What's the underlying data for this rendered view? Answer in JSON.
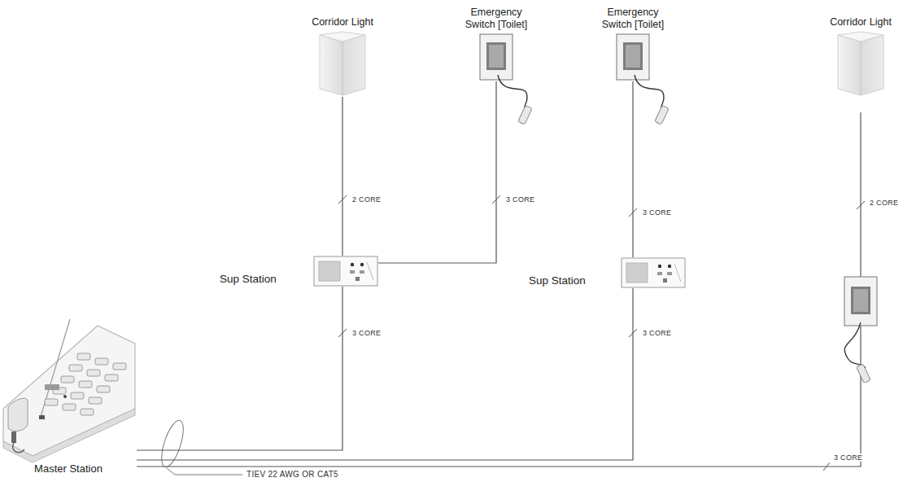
{
  "diagram": {
    "nodes": [
      {
        "text": [
          "Corridor Light"
        ]
      },
      {
        "text": [
          "Emergency Switch [Toilet]"
        ]
      },
      {
        "text": [
          "Emergency Switch [Toilet]"
        ]
      },
      {
        "text": [
          "Corridor Light"
        ]
      },
      {
        "text": [
          "Sup Station"
        ]
      },
      {
        "text": [
          "Sup Station"
        ]
      },
      {
        "text": [
          "Master Station"
        ]
      }
    ],
    "edges": [
      {
        "from": 0,
        "to": 4,
        "arrow": "none",
        "label": "2 CORE"
      },
      {
        "from": 1,
        "to": 4,
        "arrow": "none",
        "label": "3 CORE"
      },
      {
        "from": 2,
        "to": 5,
        "arrow": "none",
        "label": "3 CORE"
      },
      {
        "from": 4,
        "to": 6,
        "arrow": "none",
        "label": "3 CORE"
      },
      {
        "from": 5,
        "to": 6,
        "arrow": "none",
        "label": "3 CORE"
      }
    ],
    "labels": [
      "2 CORE",
      "3 CORE",
      "TIEV 22 AWG OR CAT5"
    ]
  }
}
